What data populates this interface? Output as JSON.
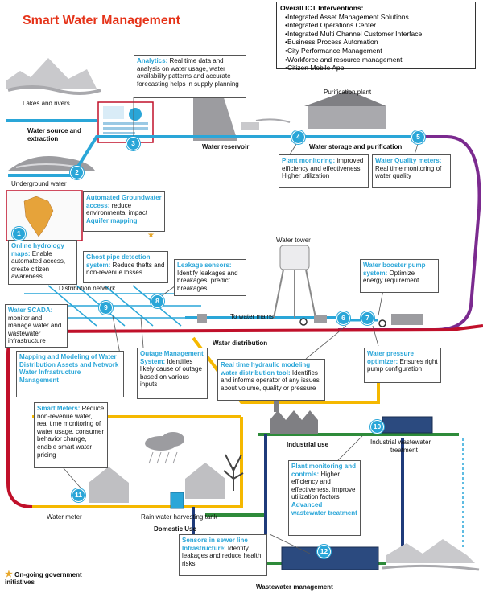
{
  "title": "Smart Water Management",
  "ict": {
    "heading": "Overall ICT Interventions:",
    "items": [
      "Integrated Asset Management Solutions",
      "Integrated Operations Center",
      "Integrated Multi Channel Customer Interface",
      "Business Process Automation",
      "City Performance Management",
      "Workforce and resource management",
      "Citizen Mobile App"
    ]
  },
  "labels": {
    "lakes": "Lakes and rivers",
    "source1": "Water source and",
    "source2": "extraction",
    "underground": "Underground water",
    "reservoir": "Water reservoir",
    "purification_plant": "Purification plant",
    "storage": "Water storage and purification",
    "tower": "Water tower",
    "network": "Distribution network",
    "mains": "To water mains",
    "distribution": "Water distribution",
    "industrial": "Industrial use",
    "industrial_ww1": "Industrial wastewater",
    "industrial_ww2": "treatment",
    "meter": "Water meter",
    "harvest": "Rain water harvesting tank",
    "domestic": "Domestic Use",
    "wastewater": "Wastewater management",
    "gov1": "On-going government",
    "gov2": "initiatives"
  },
  "boxes": {
    "analytics": {
      "hl": "Analytics:",
      "text": "Real time data and analysis on water usage, water availability patterns and accurate forecasting helps in supply planning"
    },
    "plant": {
      "hl": "Plant monitoring:",
      "text": "improved efficiency and effectiveness; Higher utilization"
    },
    "quality": {
      "hl": "Water Quality meters:",
      "text": "Real time monitoring of water quality"
    },
    "groundwater": {
      "hl": "Automated Groundwater access:",
      "text": "reduce environmental impact",
      "hl2": "Aquifer mapping"
    },
    "hydrology": {
      "hl": "Online hydrology maps:",
      "text": "Enable automated access, create citizen awareness"
    },
    "ghost": {
      "hl": "Ghost pipe detection system:",
      "text": "Reduce thefts and non-revenue losses"
    },
    "leakage": {
      "hl": "Leakage sensors:",
      "text": "Identify leakages and breakages, predict breakages"
    },
    "booster": {
      "hl": "Water booster pump system:",
      "text": "Optimize energy requirement"
    },
    "scada": {
      "hl": "Water SCADA:",
      "text": "monitor and manage water and wastewater infrastructure"
    },
    "mapping": {
      "hl": "Mapping and Modeling of Water Distribution Assets and Network",
      "hl2": "Water Infrastructure Management"
    },
    "outage": {
      "hl": "Outage Management System:",
      "text": "Identifies likely cause of outage based on various inputs"
    },
    "hydraulic": {
      "hl": "Real time hydraulic modeling water distribution tool:",
      "text": "Identifies and informs operator of any issues about volume, quality or pressure"
    },
    "pressure": {
      "hl": "Water pressure optimizer:",
      "text": "Ensures right pump configuration"
    },
    "smart": {
      "hl": "Smart Meters:",
      "text": "Reduce non-revenue water, real time monitoring of water usage, consumer behavior change, enable smart water pricing"
    },
    "plantctrl": {
      "hl": "Plant monitoring and controls:",
      "text": "Higher efficiency and effectiveness, improve utilization factors",
      "hl2": "Advanced wastewater treatment"
    },
    "sewer": {
      "hl": "Sensors in sewer line Infrastructure:",
      "text": "Identify leakages and reduce health risks."
    }
  },
  "numbers": [
    "1",
    "2",
    "3",
    "4",
    "5",
    "6",
    "7",
    "8",
    "9",
    "10",
    "11",
    "12"
  ],
  "colors": {
    "blue": "#2aa6d8",
    "purple": "#7b2a8f",
    "red": "#c0102a",
    "yellow": "#f5b800",
    "green": "#2e8b3a",
    "navy": "#1f3b7a",
    "title": "#e53319"
  }
}
